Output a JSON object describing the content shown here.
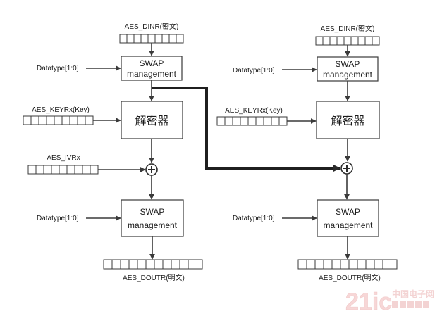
{
  "left": {
    "din_label": "AES_DINR(密文)",
    "swap_top_l1": "SWAP",
    "swap_top_l2": "management",
    "datatype_top": "Datatype[1:0]",
    "key_label": "AES_KEYRx(Key)",
    "decryptor": "解密器",
    "iv_label": "AES_IVRx",
    "datatype_bottom": "Datatype[1:0]",
    "swap_bot_l1": "SWAP",
    "swap_bot_l2": "management",
    "dout_label": "AES_DOUTR(明文)"
  },
  "right": {
    "din_label": "AES_DINR(密文)",
    "swap_top_l1": "SWAP",
    "swap_top_l2": "management",
    "datatype_top": "Datatype[1:0]",
    "key_label": "AES_KEYRx(Key)",
    "decryptor": "解密器",
    "datatype_bottom": "Datatype[1:0]",
    "swap_bot_l1": "SWAP",
    "swap_bot_l2": "management",
    "dout_label": "AES_DOUTR(明文)"
  },
  "watermark": {
    "brand": "21ic",
    "site": "中国电子网"
  }
}
